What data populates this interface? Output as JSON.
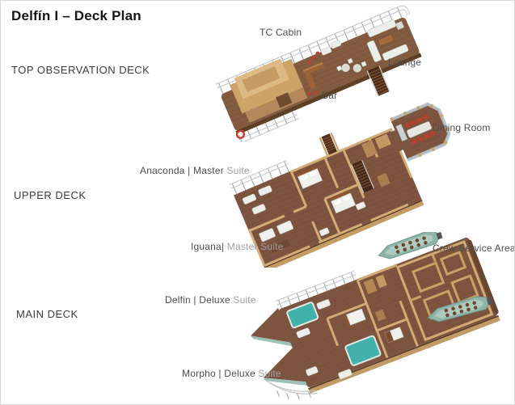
{
  "title": "Delfín I – Deck Plan",
  "decks": [
    {
      "label": "TOP OBSERVATION DECK",
      "annotations": [
        "TC Cabin",
        "Lounge",
        "Bar"
      ],
      "features": [
        "wooden deck",
        "tc cabin structure",
        "bar counter",
        "red stools",
        "lounge sofas",
        "staircase",
        "railing",
        "life ring"
      ]
    },
    {
      "label": "UPPER DECK",
      "annotations": [
        "Dining Room",
        "Anaconda | Master Suite",
        "Iguana| Master Suite"
      ],
      "features": [
        "open terrace with loungers",
        "master suites with beds",
        "central staircase",
        "glass-walled dining room",
        "red dining chairs",
        "railing"
      ]
    },
    {
      "label": "MAIN DECK",
      "annotations": [
        "Crew Service Area",
        "Delfin | Deluxe Suite",
        "Morpho | Deluxe Suite"
      ],
      "features": [
        "catamaran bows",
        "teal jacuzzi pools",
        "deluxe suites with beds",
        "crew service maze",
        "two tender boats with seats",
        "curved bow railing"
      ]
    }
  ],
  "labels": {
    "deck_top": "TOP OBSERVATION DECK",
    "deck_upper": "UPPER DECK",
    "deck_main": "MAIN DECK",
    "tc_cabin": "TC Cabin",
    "lounge": "Lounge",
    "bar": "Bar",
    "dining_room": "Dining Room",
    "crew_area": "Crew Service Area",
    "anaconda_main": "Anaconda | Master ",
    "anaconda_suffix": "Suite",
    "iguana_main": "Iguana| ",
    "iguana_suffix": "Master Suite",
    "delfin_main": "Delfin | Deluxe ",
    "delfin_suffix": "Suite",
    "morpho_main": "Morpho | Deluxe ",
    "morpho_suffix": "Suite"
  },
  "colors": {
    "deck_wood": "#7d5440",
    "plank_line": "#6d4a31",
    "wall_tan": "#d2ab74",
    "cabin_tan": "#cda468",
    "furniture_white": "#eceee9",
    "accent_red": "#bf4130",
    "pool_teal": "#41b1aa",
    "boat_green": "#8fb5a9",
    "hull_teal": "#9dc0b6",
    "stair_brown": "#4a2d19",
    "railing_grey": "#c3c7c9",
    "label_dark": "#4e4e4e",
    "label_light": "#a0a0a0",
    "title_black": "#161616"
  }
}
